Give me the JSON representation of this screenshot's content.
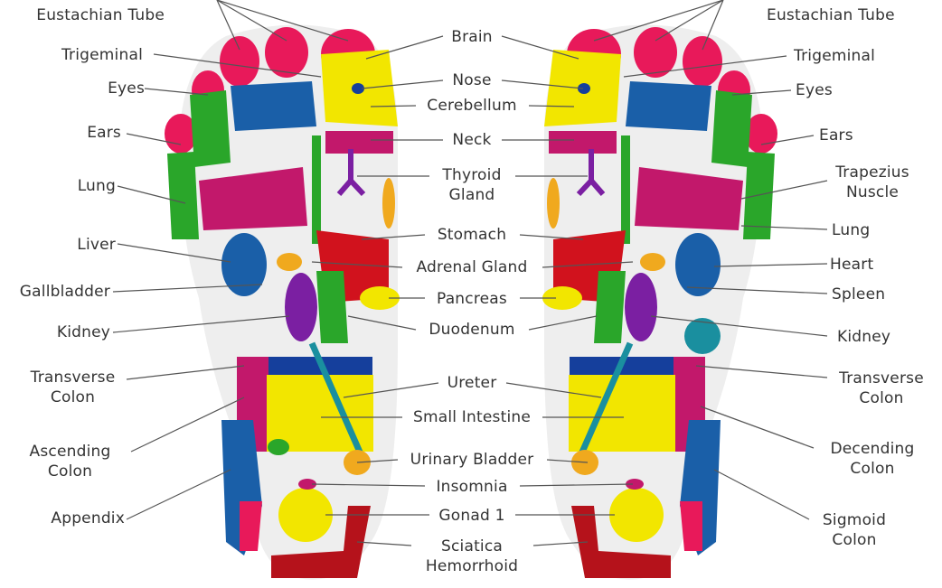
{
  "left_labels": [
    {
      "id": "eustachian-tube-l",
      "text": "Eustachian Tube"
    },
    {
      "id": "trigeminal-l",
      "text": "Trigeminal"
    },
    {
      "id": "eyes-l",
      "text": "Eyes"
    },
    {
      "id": "ears-l",
      "text": "Ears"
    },
    {
      "id": "lung-l",
      "text": "Lung"
    },
    {
      "id": "liver",
      "text": "Liver"
    },
    {
      "id": "gallbladder",
      "text": "Gallbladder"
    },
    {
      "id": "kidney-l",
      "text": "Kidney"
    },
    {
      "id": "transverse-colon-l",
      "text": "Transverse\nColon"
    },
    {
      "id": "ascending-colon",
      "text": "Ascending\nColon"
    },
    {
      "id": "appendix",
      "text": "Appendix"
    }
  ],
  "center_labels": [
    {
      "id": "brain",
      "text": "Brain"
    },
    {
      "id": "nose",
      "text": "Nose"
    },
    {
      "id": "cerebellum",
      "text": "Cerebellum"
    },
    {
      "id": "neck",
      "text": "Neck"
    },
    {
      "id": "thyroid-gland",
      "text": "Thyroid\nGland"
    },
    {
      "id": "stomach",
      "text": "Stomach"
    },
    {
      "id": "adrenal-gland",
      "text": "Adrenal Gland"
    },
    {
      "id": "pancreas",
      "text": "Pancreas"
    },
    {
      "id": "duodenum",
      "text": "Duodenum"
    },
    {
      "id": "ureter",
      "text": "Ureter"
    },
    {
      "id": "small-intestine",
      "text": "Small Intestine"
    },
    {
      "id": "urinary-bladder",
      "text": "Urinary Bladder"
    },
    {
      "id": "insomnia",
      "text": "Insomnia"
    },
    {
      "id": "gonad",
      "text": "Gonad 1"
    },
    {
      "id": "sciatica-hemorrhoid",
      "text": "Sciatica\nHemorrhoid"
    }
  ],
  "right_labels": [
    {
      "id": "eustachian-tube-r",
      "text": "Eustachian Tube"
    },
    {
      "id": "trigeminal-r",
      "text": "Trigeminal"
    },
    {
      "id": "eyes-r",
      "text": "Eyes"
    },
    {
      "id": "ears-r",
      "text": "Ears"
    },
    {
      "id": "trapezius-muscle",
      "text": "Trapezius\nNuscle"
    },
    {
      "id": "lung-r",
      "text": "Lung"
    },
    {
      "id": "heart",
      "text": "Heart"
    },
    {
      "id": "spleen",
      "text": "Spleen"
    },
    {
      "id": "kidney-r",
      "text": "Kidney"
    },
    {
      "id": "transverse-colon-r",
      "text": "Transverse\nColon"
    },
    {
      "id": "decending-colon",
      "text": "Decending\nColon"
    },
    {
      "id": "sigmoid-colon",
      "text": "Sigmoid\nColon"
    }
  ],
  "colors": {
    "pink": "#e8195a",
    "red": "#d1121d",
    "yellow": "#f2e600",
    "orange": "#f0a91e",
    "green": "#2aa62a",
    "blue": "#1a5fa8",
    "purple": "#7b1fa2",
    "magenta": "#c2186b",
    "teal": "#1a8f9f",
    "navy": "#153f9c",
    "darkred": "#b5121b",
    "line": "#555555"
  }
}
